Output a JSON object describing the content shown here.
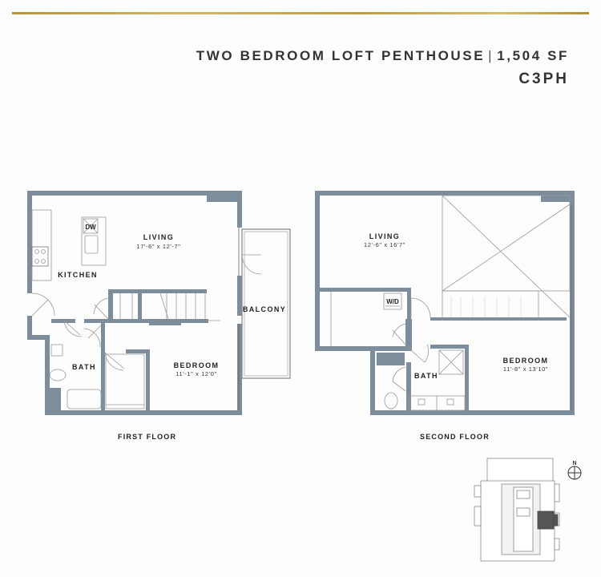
{
  "header": {
    "title": "TWO BEDROOM LOFT PENTHOUSE",
    "separator": "|",
    "area": "1,504 SF",
    "unit_code": "C3PH"
  },
  "colors": {
    "wall": "#7d8d9b",
    "accent_gold": "#c9a24f",
    "highlight_unit": "#555555"
  },
  "first_floor": {
    "label": "FIRST FLOOR",
    "rooms": {
      "living": {
        "name": "LIVING",
        "dims": "17'-6\" x 12'-7\""
      },
      "kitchen": {
        "name": "KITCHEN"
      },
      "balcony": {
        "name": "BALCONY"
      },
      "bath": {
        "name": "BATH"
      },
      "bedroom": {
        "name": "BEDROOM",
        "dims": "11'-1\" x 12'0\""
      }
    },
    "appliances": {
      "dishwasher": "DW"
    }
  },
  "second_floor": {
    "label": "SECOND FLOOR",
    "rooms": {
      "living": {
        "name": "LIVING",
        "dims": "12'-6\" x 16'7\""
      },
      "bath": {
        "name": "BATH"
      },
      "bedroom": {
        "name": "BEDROOM",
        "dims": "11'-8\" x 13'10\""
      }
    },
    "appliances": {
      "washer_dryer": "W/D"
    }
  },
  "key_plan": {
    "north_label": "N"
  }
}
